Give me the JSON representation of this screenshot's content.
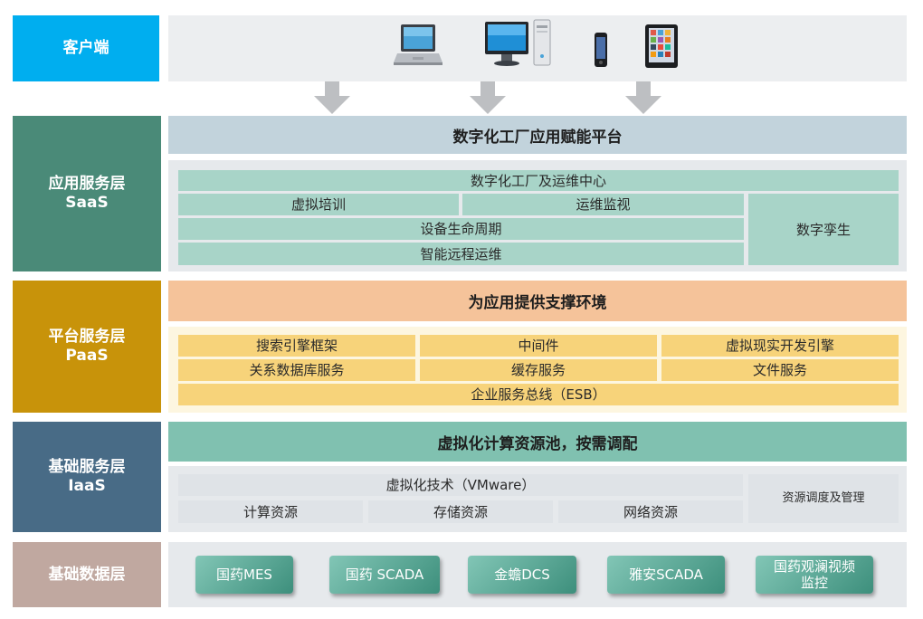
{
  "layers": {
    "client": {
      "label": "客户端",
      "color": "#00aeef"
    },
    "saas": {
      "label_line1": "应用服务层",
      "label_line2": "SaaS",
      "color": "#4a8a78"
    },
    "paas": {
      "label_line1": "平台服务层",
      "label_line2": "PaaS",
      "color": "#c8930a"
    },
    "iaas": {
      "label_line1": "基础服务层",
      "label_line2": "IaaS",
      "color": "#486b86"
    },
    "data": {
      "label": "基础数据层",
      "color": "#c0a8a0"
    }
  },
  "client_devices": [
    "laptop-icon",
    "desktop-icon",
    "phone-icon",
    "tablet-icon"
  ],
  "saas": {
    "header": "数字化工厂应用赋能平台",
    "row1": "数字化工厂及运维中心",
    "row2a": "虚拟培训",
    "row2b": "运维监视",
    "row3": "设备生命周期",
    "row4": "智能远程运维",
    "side": "数字孪生"
  },
  "paas": {
    "header": "为应用提供支撑环境",
    "r1": [
      "搜索引擎框架",
      "中间件",
      "虚拟现实开发引擎"
    ],
    "r2": [
      "关系数据库服务",
      "缓存服务",
      "文件服务"
    ],
    "r3": "企业服务总线（ESB）"
  },
  "iaas": {
    "header": "虚拟化计算资源池，按需调配",
    "virt": "虚拟化技术（VMware）",
    "r2": [
      "计算资源",
      "存储资源",
      "网络资源"
    ],
    "side": "资源调度及管理"
  },
  "data": {
    "systems": [
      "国药MES",
      "国药 SCADA",
      "金蟾DCS",
      "雅安SCADA"
    ],
    "last_line1": "国药观澜视频",
    "last_line2": "监控"
  }
}
